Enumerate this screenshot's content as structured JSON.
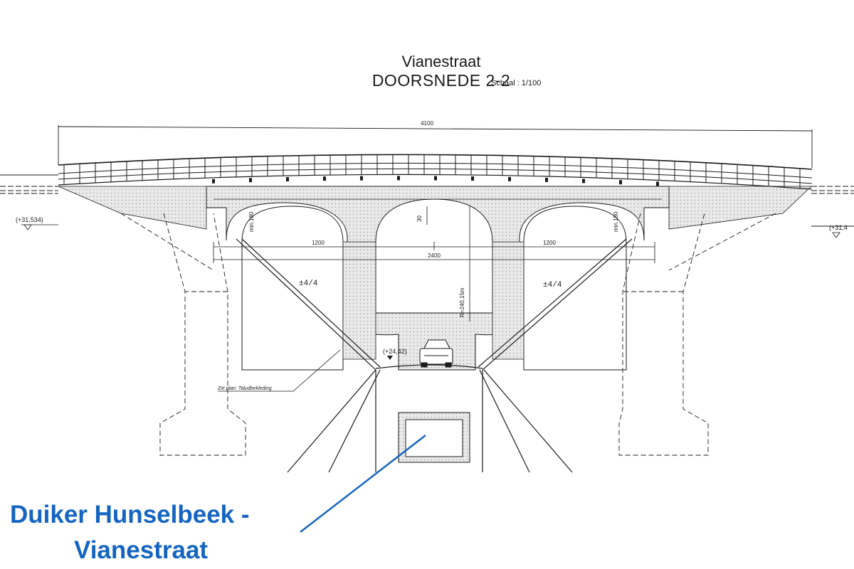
{
  "title": {
    "street": "Vianestraat",
    "section": "DOORSNEDE 2-2",
    "scale": "Schaal : 1/100"
  },
  "dimensions": {
    "overall": "4100",
    "span_left": "1200",
    "span_total": "2400",
    "span_right": "1200",
    "clearance_left": "min.180",
    "clearance_right": "min.180",
    "crown": "30",
    "radius": "R=240,15m"
  },
  "levels": {
    "left": "(+31,534)",
    "right": "(+31,4",
    "road": "(+24,42)"
  },
  "slopes": {
    "left": "±4/4",
    "right": "±4/4"
  },
  "note": "Zie plan: Taludbekleding",
  "caption": {
    "line1": "Duiker Hunselbeek -",
    "line2": "Vianestraat"
  },
  "colors": {
    "ink": "#1a1a1a",
    "concrete_fill": "#e6e6e6",
    "caption": "#1565c0"
  }
}
